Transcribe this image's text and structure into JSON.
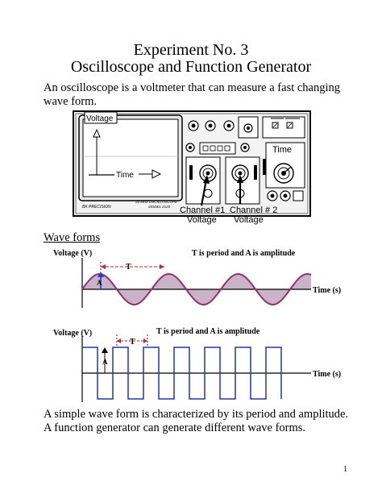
{
  "document": {
    "title_line1": "Experiment No. 3",
    "title_line2": "Oscilloscope and Function Generator",
    "intro_line1": "An oscilloscope is a voltmeter that can measure a fast changing",
    "intro_line2": "wave form.",
    "section_heading": "Wave forms",
    "closing_line1": "A simple wave form is characterized by its period and amplitude.",
    "closing_line2": "A function generator can generate different wave forms.",
    "page_number": "1"
  },
  "oscilloscope_figure": {
    "screen_label_voltage": "Voltage",
    "screen_label_time": "Time",
    "knob_label_time": "Time",
    "brand_label": "BK PRECISION",
    "model_label_line1": "20 MHz OSCILLOSCOPE",
    "model_label_line2": "MODEL 2120",
    "channel1_label_line1": "Channel #1",
    "channel1_label_line2": "Voltage",
    "channel2_label_line1": "Channel # 2",
    "channel2_label_line2": "Voltage"
  },
  "sine_figure": {
    "ylabel": "Voltage (V)",
    "xlabel": "Time (s)",
    "caption": "T is period and A is amplitude",
    "period_label": "T",
    "amplitude_label": "A",
    "wave_color": "#9b2d6e",
    "fill_color": "#c9b3c6",
    "marker_color": "#e11d1d",
    "amp_arrow_color": "#1e3fd0"
  },
  "square_figure": {
    "ylabel": "Voltage (V)",
    "xlabel": "Time (s)",
    "caption": "T is period and A is amplitude",
    "period_label": "T",
    "amplitude_label": "A",
    "wave_color": "#2233c4",
    "marker_color": "#e11d1d"
  }
}
